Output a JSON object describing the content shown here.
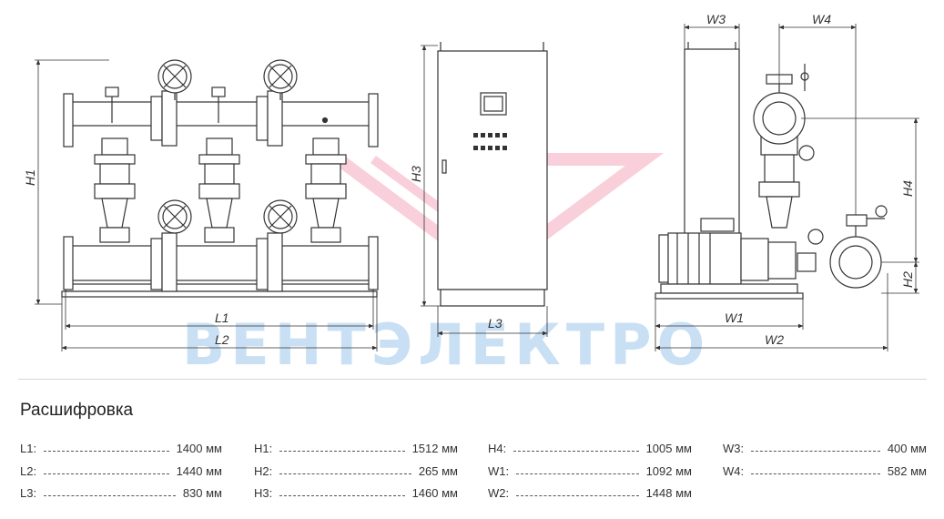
{
  "drawing": {
    "dimension_labels": {
      "L1": "L1",
      "L2": "L2",
      "L3": "L3",
      "H1": "H1",
      "H2": "H2",
      "H3": "H3",
      "H4": "H4",
      "W1": "W1",
      "W2": "W2",
      "W3": "W3",
      "W4": "W4"
    },
    "watermark": {
      "text": "ВЕНТЭЛЕКТРО",
      "color_blue": "#9ec7ec",
      "color_pink": "#f4a9bc"
    }
  },
  "legend": {
    "title": "Расшифровка",
    "specs": [
      {
        "key": "L1:",
        "value": "1400 мм"
      },
      {
        "key": "L2:",
        "value": "1440 мм"
      },
      {
        "key": "L3:",
        "value": "830 мм"
      },
      {
        "key": "H1:",
        "value": "1512 мм"
      },
      {
        "key": "H2:",
        "value": "265 мм"
      },
      {
        "key": "H3:",
        "value": "1460 мм"
      },
      {
        "key": "H4:",
        "value": "1005 мм"
      },
      {
        "key": "W1:",
        "value": "1092 мм"
      },
      {
        "key": "W2:",
        "value": "1448 мм"
      },
      {
        "key": "W3:",
        "value": "400 мм"
      },
      {
        "key": "W4:",
        "value": "582 мм"
      }
    ]
  }
}
